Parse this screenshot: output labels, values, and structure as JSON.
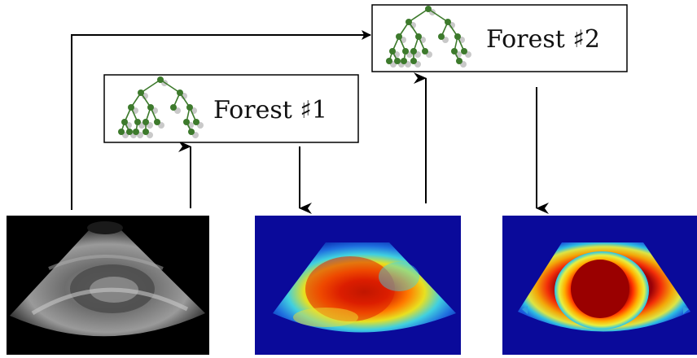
{
  "forests": [
    {
      "label": "Forest ♯1"
    },
    {
      "label": "Forest ♯2"
    }
  ],
  "colors": {
    "tree_node": "#3d7a2c",
    "tree_shadow": "#c9c9c9",
    "arrow": "#000000",
    "heatmap_background": "#0a0a9a",
    "ultrasound_background": "#000000"
  },
  "panels": [
    {
      "kind": "ultrasound-image"
    },
    {
      "kind": "probability-map",
      "stage": "forest-1-output"
    },
    {
      "kind": "probability-map",
      "stage": "forest-2-output"
    }
  ]
}
